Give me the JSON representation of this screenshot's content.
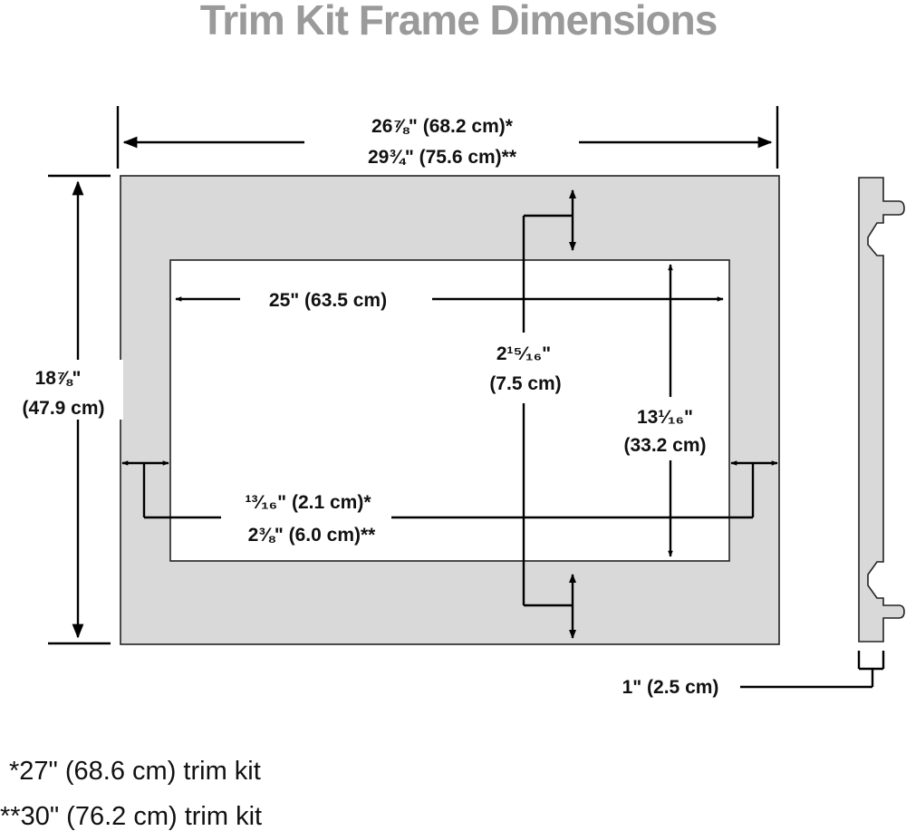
{
  "title": "Trim Kit Frame Dimensions",
  "dimensions": {
    "outer_width_1": "26⅞\" (68.2 cm)*",
    "outer_width_2": "29¾\" (75.6 cm)**",
    "outer_height_1": "18⅞\"",
    "outer_height_2": "(47.9 cm)",
    "inner_width": "25\" (63.5 cm)",
    "border_top_1": "2¹⁵⁄₁₆\"",
    "border_top_2": "(7.5 cm)",
    "inner_height_1": "13¹⁄₁₆\"",
    "inner_height_2": "(33.2 cm)",
    "side_border_1": "¹³⁄₁₆\" (2.1 cm)*",
    "side_border_2": "2⅜\" (6.0 cm)**",
    "depth": "1\" (2.5 cm)"
  },
  "footnotes": {
    "note_27": "*27\" (68.6 cm) trim kit",
    "note_30": "**30\" (76.2 cm) trim kit"
  },
  "colors": {
    "frame_fill": "#d9d9d9",
    "title_gray": "#9a9a9a"
  }
}
